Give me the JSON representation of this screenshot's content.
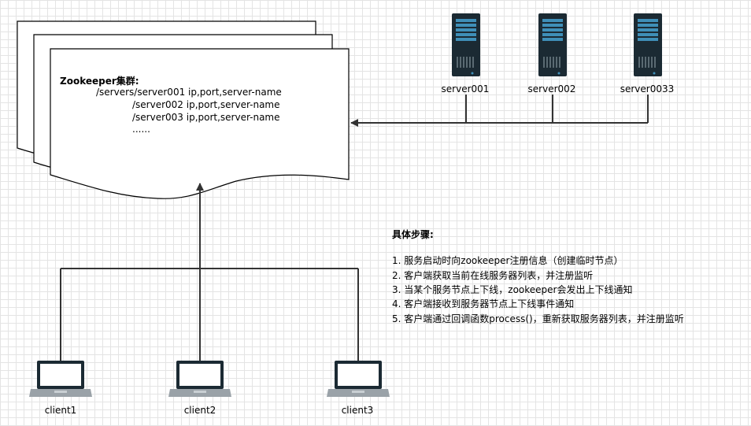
{
  "zookeeper": {
    "title": "Zookeeper集群:",
    "lines": [
      "/servers/server001  ip,port,server-name",
      "/server002  ip,port,server-name",
      "/server003  ip,port,server-name",
      "......"
    ]
  },
  "servers": [
    {
      "label": "server001"
    },
    {
      "label": "server002"
    },
    {
      "label": "server0033"
    }
  ],
  "clients": [
    {
      "label": "client1"
    },
    {
      "label": "client2"
    },
    {
      "label": "client3"
    }
  ],
  "steps": {
    "title": "具体步骤:",
    "items": [
      "1. 服务启动时向zookeeper注册信息（创建临时节点）",
      "2. 客户端获取当前在线服务器列表，并注册监听",
      "3. 当某个服务节点上下线，zookeeper会发出上下线通知",
      "4. 客户端接收到服务器节点上下线事件通知",
      "5. 客户端通过回调函数process()，重新获取服务器列表，并注册监听"
    ]
  },
  "colors": {
    "server_body": "#1b2a33",
    "server_panel": "#3f8fb8",
    "laptop_frame": "#1b2a33",
    "laptop_base": "#9aa2a8",
    "line": "#333333"
  }
}
